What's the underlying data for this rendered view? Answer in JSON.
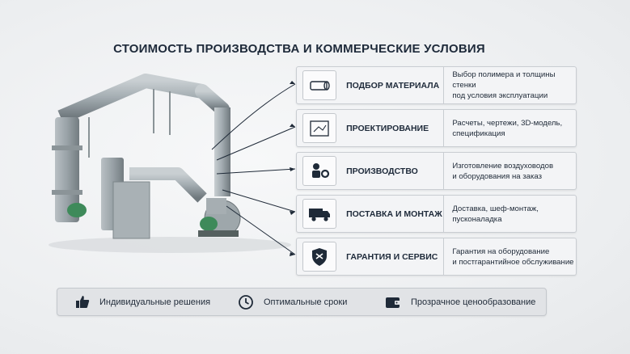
{
  "title": "СТОИМОСТЬ ПРОИЗВОДСТВА И КОММЕРЧЕСКИЕ УСЛОВИЯ",
  "colors": {
    "accent_green": "#3e8a5a",
    "pipe_gray": "#9aa3a8",
    "dark_navy": "#1e2a3a"
  },
  "steps": [
    {
      "icon": "pipe-icon",
      "heading": "ПОДБОР МАТЕРИАЛА",
      "desc_line1": "Выбор полимера и толщины стенки",
      "desc_line2": "под условия эксплуатации"
    },
    {
      "icon": "blueprint-icon",
      "heading": "ПРОЕКТИРОВАНИЕ",
      "desc_line1": "Расчеты, чертежи, 3D-модель,",
      "desc_line2": "спецификация"
    },
    {
      "icon": "gears-worker-icon",
      "heading": "ПРОИЗВОДСТВО",
      "desc_line1": "Изготовление воздуховодов",
      "desc_line2": "и оборудования на заказ"
    },
    {
      "icon": "truck-icon",
      "heading": "ПОСТАВКА И МОНТАЖ",
      "desc_line1": "Доставка, шеф-монтаж,",
      "desc_line2": "пусконаладка"
    },
    {
      "icon": "shield-tools-icon",
      "heading": "ГАРАНТИЯ И СЕРВИС",
      "desc_line1": "Гарантия на оборудование",
      "desc_line2": "и постгарантийное обслуживание"
    }
  ],
  "features": [
    {
      "icon": "thumbs-up-icon",
      "label": "Индивидуальные решения"
    },
    {
      "icon": "clock-icon",
      "label": "Оптимальные сроки"
    },
    {
      "icon": "wallet-icon",
      "label": "Прозрачное ценообразование"
    }
  ]
}
